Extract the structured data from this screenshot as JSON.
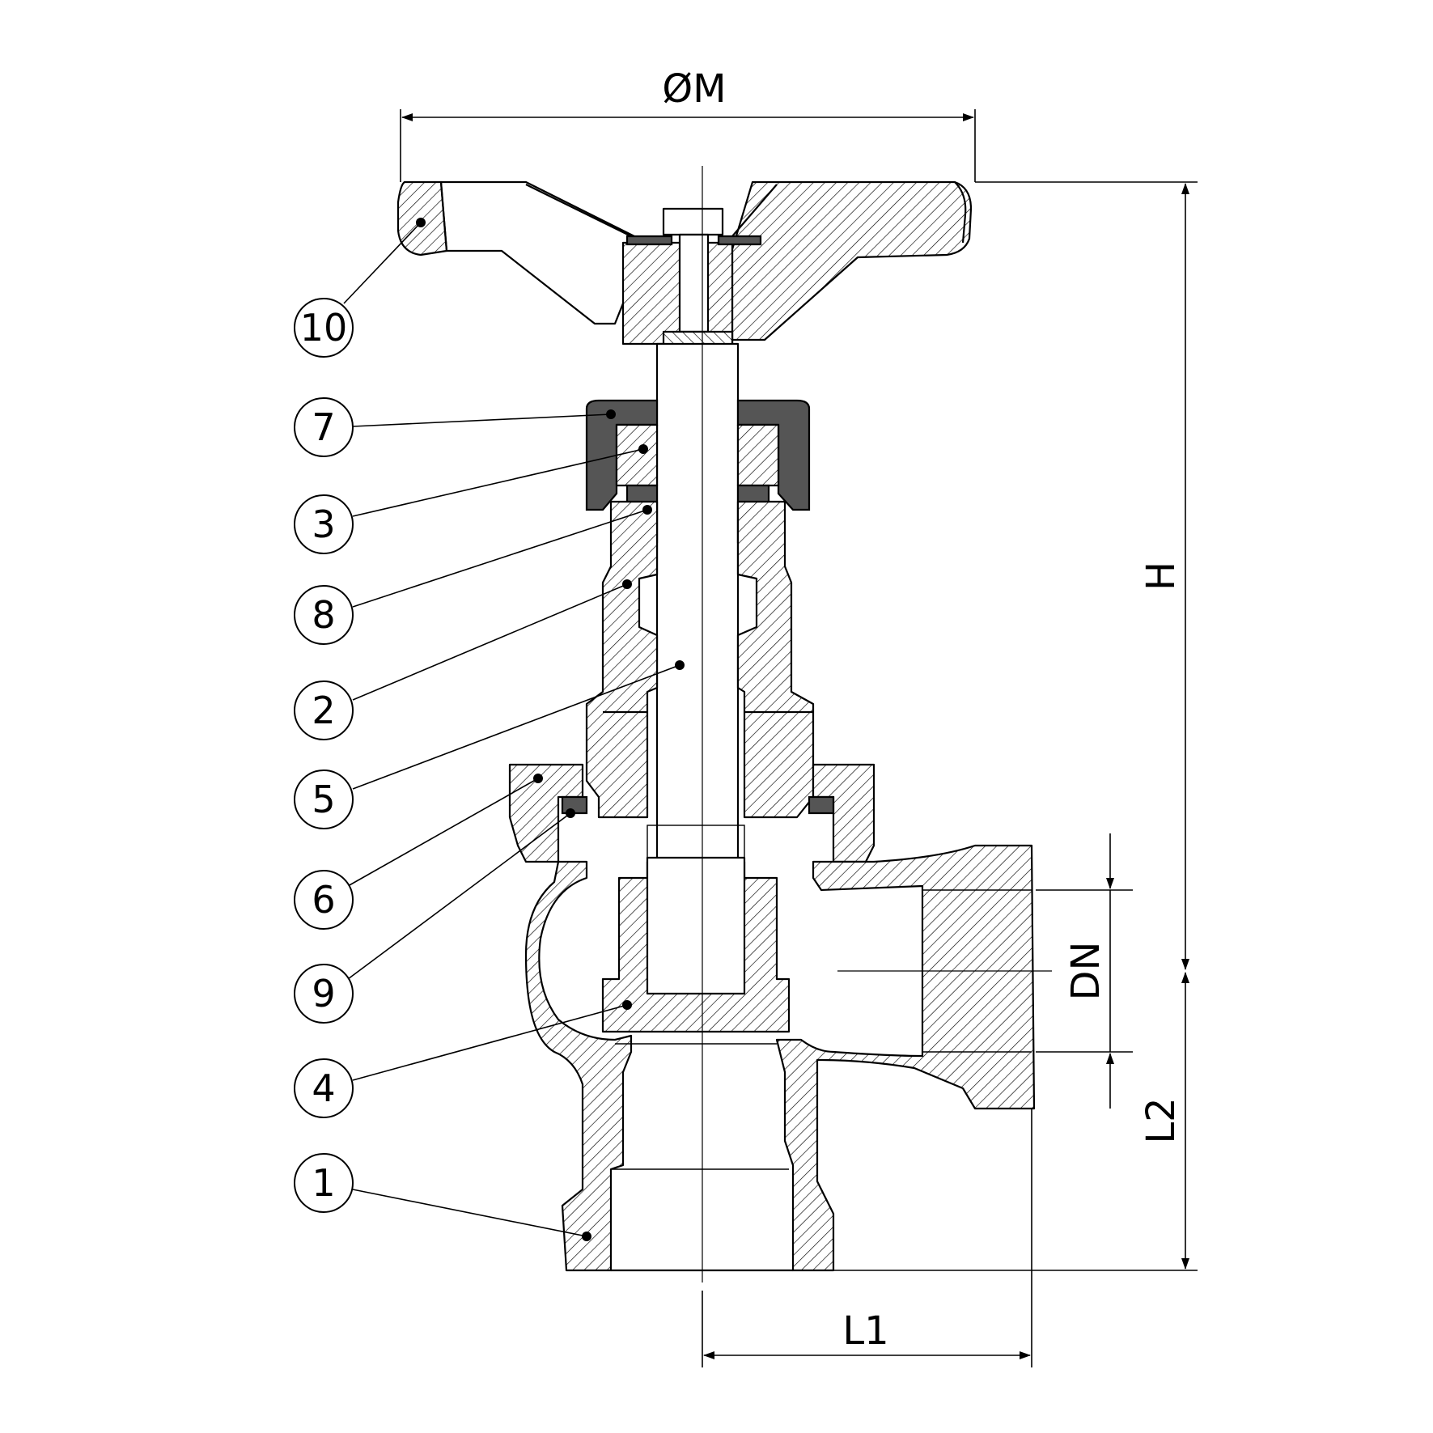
{
  "callouts": [
    {
      "id": "c10",
      "label": "10"
    },
    {
      "id": "c7",
      "label": "7"
    },
    {
      "id": "c3",
      "label": "3"
    },
    {
      "id": "c8",
      "label": "8"
    },
    {
      "id": "c2",
      "label": "2"
    },
    {
      "id": "c5",
      "label": "5"
    },
    {
      "id": "c6",
      "label": "6"
    },
    {
      "id": "c9",
      "label": "9"
    },
    {
      "id": "c4",
      "label": "4"
    },
    {
      "id": "c1",
      "label": "1"
    }
  ],
  "dimensions": {
    "handwheel_diameter": "ØM",
    "height": "H",
    "nominal_diameter": "DN",
    "outlet_height": "L2",
    "inlet_offset": "L1"
  }
}
